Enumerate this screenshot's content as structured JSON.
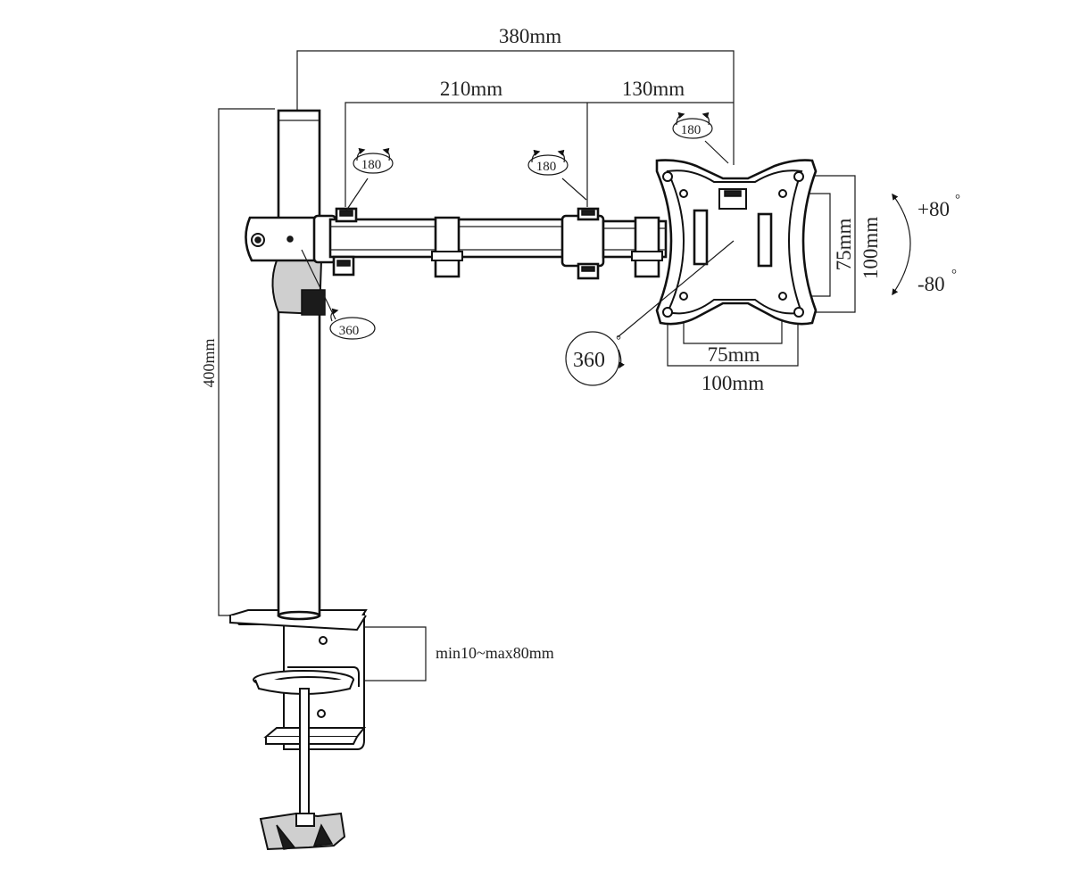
{
  "dimensions": {
    "total_reach": "380mm",
    "arm_first": "210mm",
    "arm_second": "130mm",
    "pole_height": "400mm",
    "desk_thickness": "min10~max80mm",
    "vesa_h_small": "75mm",
    "vesa_h_large": "100mm",
    "vesa_v_small": "75mm",
    "vesa_v_large": "100mm"
  },
  "rotations": {
    "pole_joint": "360",
    "arm_joint_1": "180",
    "arm_joint_2": "180",
    "head_swivel": "180",
    "plate_rotate": "360",
    "tilt_up": "+80",
    "tilt_down": "-80",
    "degree_symbol": "°"
  }
}
